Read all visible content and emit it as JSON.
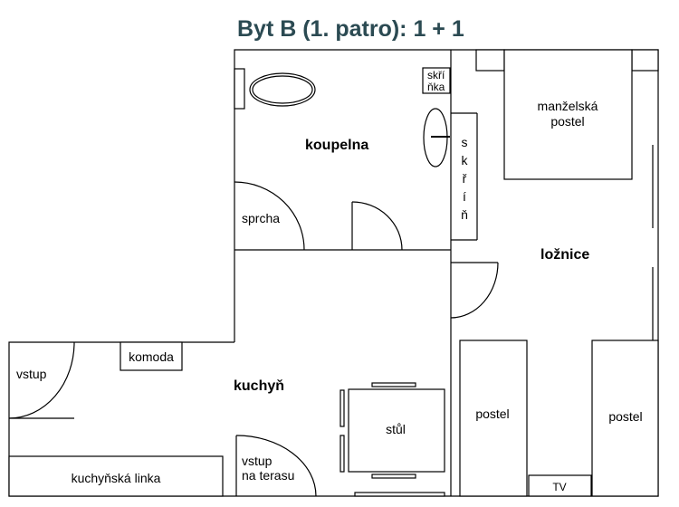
{
  "title": "Byt B (1. patro): 1 + 1",
  "rooms": {
    "koupelna": "koupelna",
    "loznice": "ložnice",
    "kuchyn": "kuchyň"
  },
  "labels": {
    "sprcha": "sprcha",
    "skrinka_1": "skří",
    "skrinka_2": "ňka",
    "skrin_letters": [
      "s",
      "k",
      "ř",
      "í",
      "ň"
    ],
    "manzelska_1": "manželská",
    "manzelska_2": "postel",
    "postel_left": "postel",
    "postel_right": "postel",
    "tv": "TV",
    "stul": "stůl",
    "komoda": "komoda",
    "vstup": "vstup",
    "vstup_terasa_1": "vstup",
    "vstup_terasa_2": "na terasu",
    "kuchynska_linka": "kuchyňská linka"
  }
}
